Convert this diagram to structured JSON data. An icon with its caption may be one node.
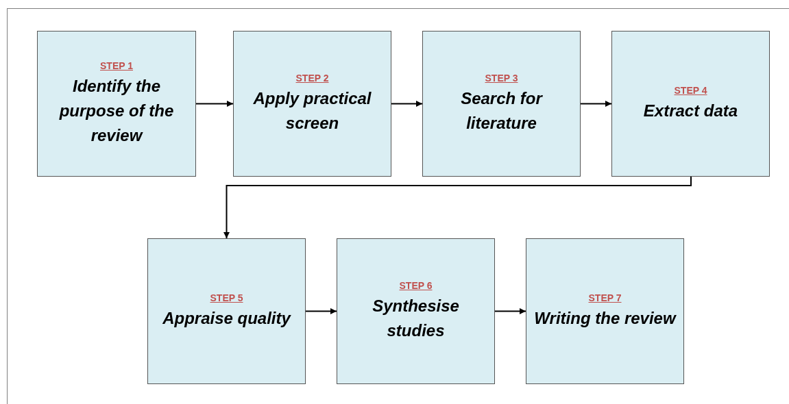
{
  "diagram": {
    "nodes": [
      {
        "text": [
          "STEP 1",
          "Identify the purpose of the review"
        ]
      },
      {
        "text": [
          "STEP 2",
          "Apply practical screen"
        ]
      },
      {
        "text": [
          "STEP 3",
          "Search for literature"
        ]
      },
      {
        "text": [
          "STEP 4",
          "Extract data"
        ]
      },
      {
        "text": [
          "STEP 5",
          "Appraise quality"
        ]
      },
      {
        "text": [
          "STEP 6",
          "Synthesise studies"
        ]
      },
      {
        "text": [
          "STEP 7",
          "Writing the review"
        ]
      }
    ],
    "edges": [
      {
        "from": 0,
        "to": 1,
        "arrow": "to"
      },
      {
        "from": 1,
        "to": 2,
        "arrow": "to"
      },
      {
        "from": 2,
        "to": 3,
        "arrow": "to"
      },
      {
        "from": 3,
        "to": 4,
        "arrow": "to"
      },
      {
        "from": 4,
        "to": 5,
        "arrow": "to"
      },
      {
        "from": 5,
        "to": 6,
        "arrow": "to"
      }
    ]
  }
}
